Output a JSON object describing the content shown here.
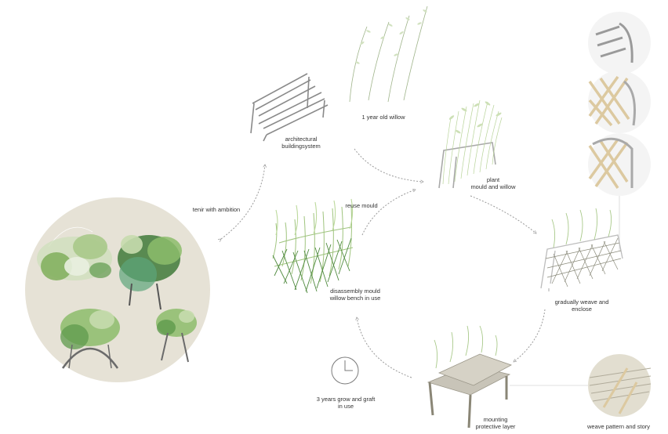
{
  "colors": {
    "background": "#ffffff",
    "disc": "#e6e2d6",
    "label": "#333333",
    "arrow": "#9a9a9a",
    "willow_light": "#b9d49a",
    "willow_mid": "#7fae5a",
    "willow_dark": "#3f7a3a",
    "timber": "#dcc9a0",
    "frame": "#c8c8c8"
  },
  "labels": {
    "one_year_willow": "1 year old willow",
    "architectural_line1": "architectural",
    "architectural_line2": "buildingsystem",
    "plant_line1": "plant",
    "plant_line2": "mould and willow",
    "reuse_mould": "reuse mould",
    "tenir": "tenir with ambition",
    "disassembly_line1": "disassembly mould",
    "disassembly_line2": "willow bench in use",
    "weave_line1": "gradually weave and",
    "weave_line2": "enclose",
    "grow_line1": "3 years grow and graft",
    "grow_line2": "in use",
    "mounting_line1": "mounting",
    "mounting_line2": "protective layer",
    "weave_pattern": "weave pattern and story"
  },
  "icons": {
    "bench": "park-bench-icon",
    "clock": "clock-icon",
    "willow": "willow-sapling-icon"
  }
}
